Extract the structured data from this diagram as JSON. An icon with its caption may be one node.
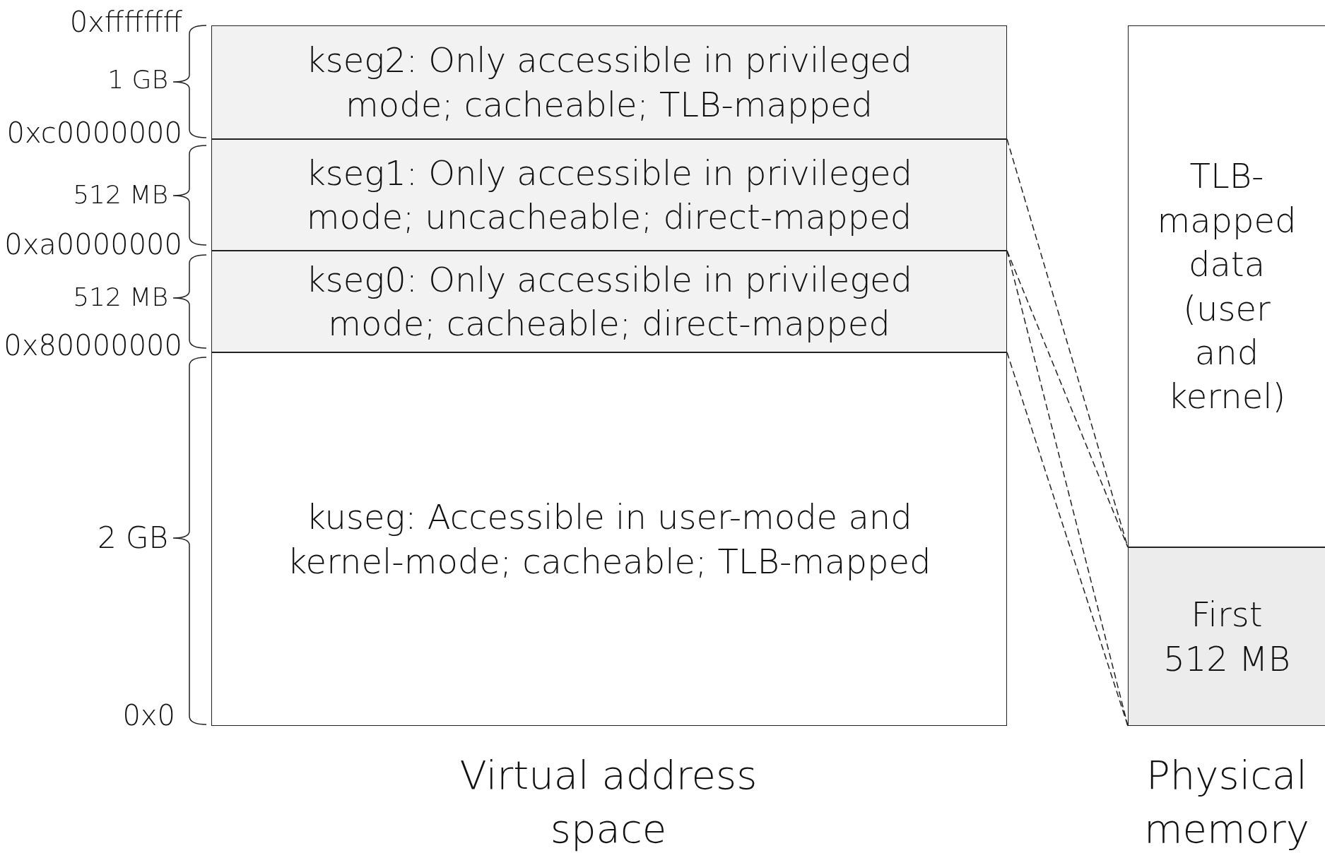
{
  "diagram": {
    "nodes": [
      {
        "text": [
          "kseg2: Only accessible in privileged mode; cacheable; TLB-mapped"
        ]
      },
      {
        "text": [
          "kseg1: Only accessible in privileged mode; uncacheable; direct-mapped"
        ]
      },
      {
        "text": [
          "kseg0: Only accessible in privileged mode; cacheable; direct-mapped"
        ]
      },
      {
        "text": [
          "kuseg: Accessible in user-mode and kernel-mode; cacheable; TLB-mapped"
        ]
      },
      {
        "text": [
          "TLB-mapped data (user and kernel)"
        ]
      },
      {
        "text": [
          "First 512 MB"
        ]
      }
    ],
    "edges": [
      {
        "from": 1,
        "to": 5,
        "arrow": "none",
        "style": "dashed"
      },
      {
        "from": 2,
        "to": 5,
        "arrow": "none",
        "style": "dashed"
      }
    ],
    "labels": [
      "0xffffffff",
      "1 GB",
      "0xc0000000",
      "512 MB",
      "0xa0000000",
      "512 MB",
      "0x80000000",
      "2 GB",
      "0x0",
      "Virtual address space",
      "Physical memory"
    ]
  }
}
